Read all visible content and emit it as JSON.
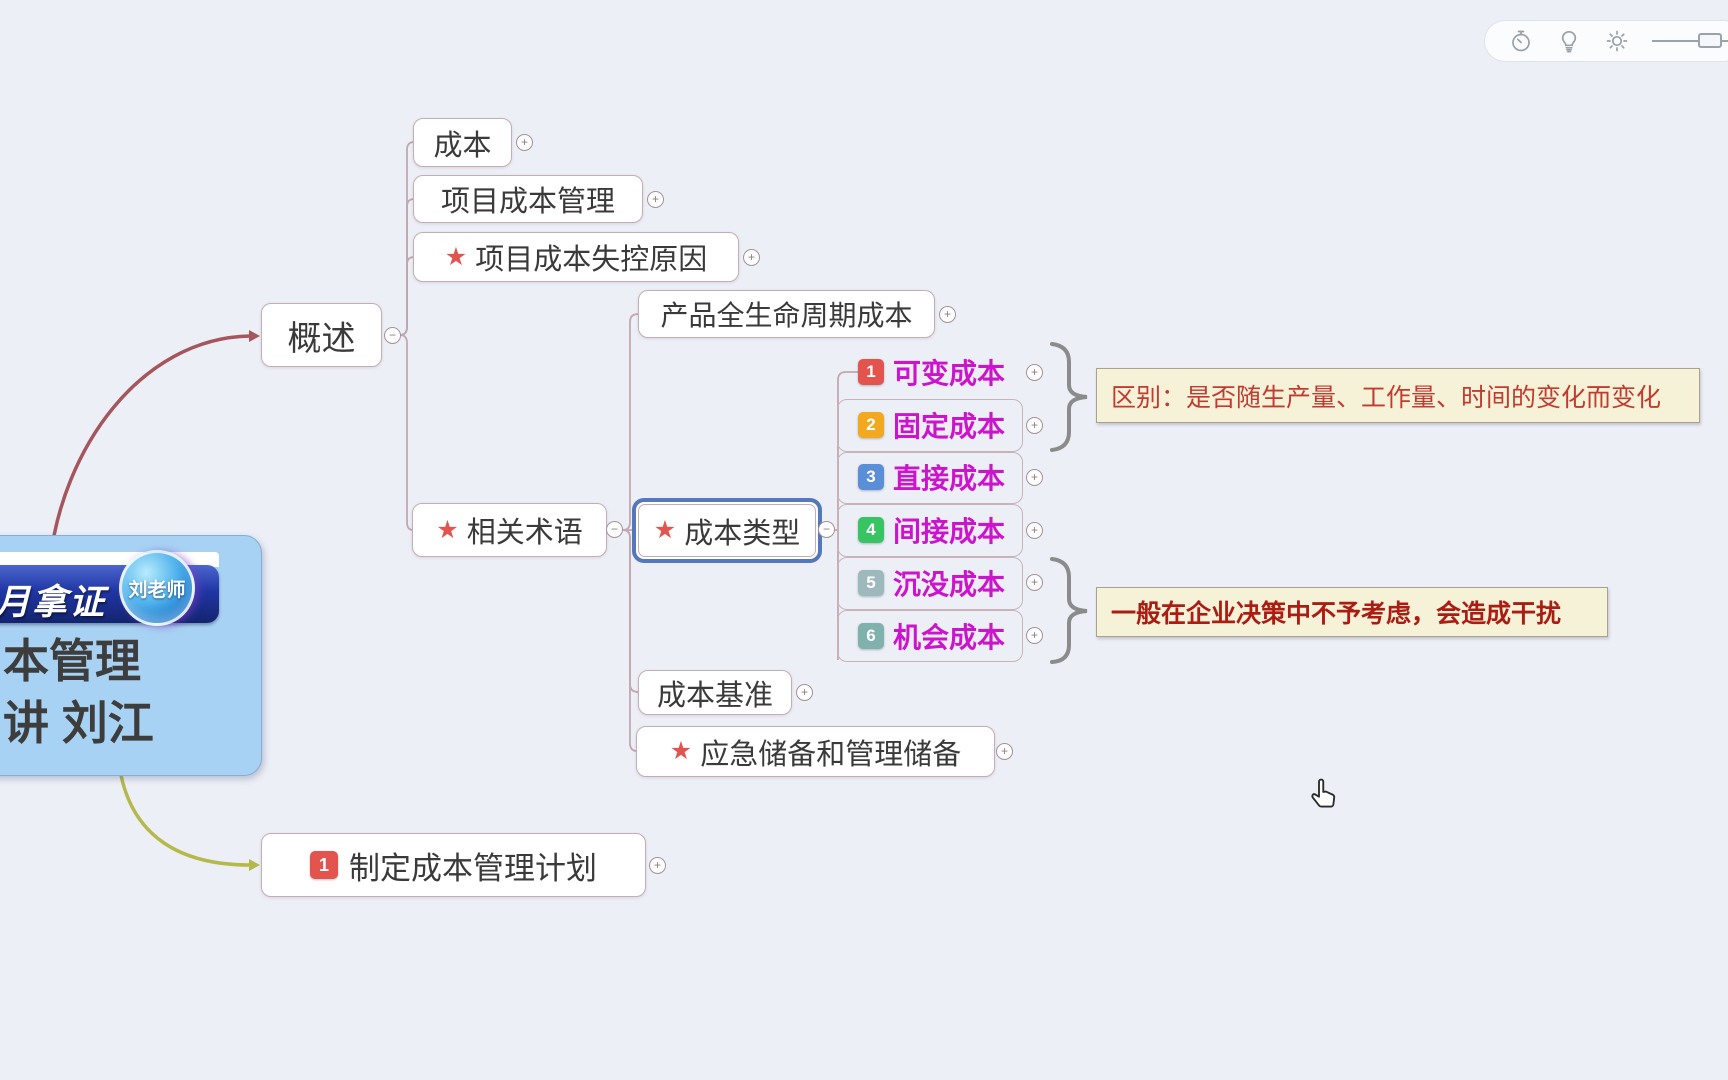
{
  "colors": {
    "background": "#edeff7",
    "node_fill": "#ffffff",
    "node_border": "#c4aeb5",
    "branch_line": "#c3a7ae",
    "root_to_overview_line": "#a4565c",
    "root_to_plan_line": "#b5b84b",
    "selection_ring": "#5478ba",
    "star": "#e25450",
    "item_text": "#cd14cd",
    "callout_bg": "#f6f2d8",
    "callout_border": "#a9a193",
    "callout1_text": "#c23b31",
    "callout2_text": "#ab1d13",
    "brace": "#8b8b8b",
    "root_fill": "#a8d2f3",
    "banner_blue": "#2036a4"
  },
  "icons": {
    "star": "★",
    "expand": "+",
    "collapse": "−"
  },
  "toolbar": {
    "icon_names": [
      "timer-icon",
      "lightbulb-icon",
      "brightness-icon",
      "zoom-slider"
    ]
  },
  "root": {
    "banner_text": "月拿证",
    "badge_text": "刘老师",
    "title_line1": "本管理",
    "title_line2": "讲 刘江"
  },
  "nodes": {
    "overview": "概述",
    "cost": "成本",
    "project_cost_mgmt": "项目成本管理",
    "cost_out_of_control": "项目成本失控原因",
    "related_terms": "相关术语",
    "product_lifecycle_cost": "产品全生命周期成本",
    "cost_types": "成本类型",
    "cost_baseline": "成本基准",
    "reserves": "应急储备和管理储备",
    "make_cost_plan": "制定成本管理计划"
  },
  "cost_items": [
    {
      "num": "1",
      "label": "可变成本",
      "badge_color": "#e4544e"
    },
    {
      "num": "2",
      "label": "固定成本",
      "badge_color": "#f2a91f"
    },
    {
      "num": "3",
      "label": "直接成本",
      "badge_color": "#5a8fd8"
    },
    {
      "num": "4",
      "label": "间接成本",
      "badge_color": "#38c463"
    },
    {
      "num": "5",
      "label": "沉没成本",
      "badge_color": "#9db9bd"
    },
    {
      "num": "6",
      "label": "机会成本",
      "badge_color": "#7fb1ad"
    }
  ],
  "plan_badge": {
    "num": "1",
    "badge_color": "#e4544e"
  },
  "callouts": {
    "variable_vs_fixed": "区别：是否随生产量、工作量、时间的变化而变化",
    "sunk_and_opportunity": "一般在企业决策中不予考虑，会造成干扰"
  },
  "selection": {
    "selected_node": "成本类型"
  }
}
